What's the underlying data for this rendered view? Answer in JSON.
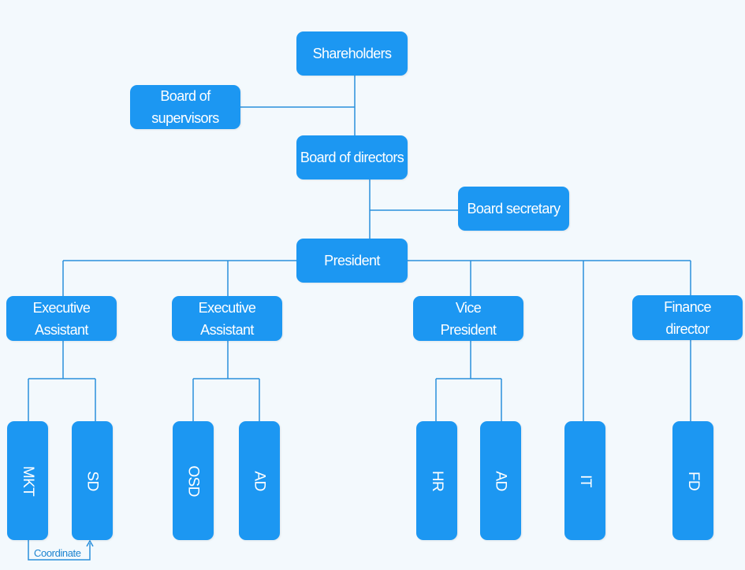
{
  "org_chart": {
    "shareholders": "Shareholders",
    "board_of_supervisors": "Board of supervisors",
    "board_of_directors": "Board of directors",
    "board_secretary": "Board secretary",
    "president": "President",
    "executive_assistant_1": "Executive\nAssistant",
    "executive_assistant_2": "Executive\nAssistant",
    "vice_president": "Vice\nPresident",
    "finance_director": "Finance\ndirector",
    "departments": {
      "mkt": "MKT",
      "sd": "SD",
      "osd": "OSD",
      "ad_1": "AD",
      "hr": "HR",
      "ad_2": "AD",
      "it": "IT",
      "fd": "FD"
    },
    "coordinate_label": "Coordinate"
  },
  "colors": {
    "node_fill": "#1c97f2",
    "connector": "#2a8fdc",
    "background": "#f3f9fd"
  }
}
